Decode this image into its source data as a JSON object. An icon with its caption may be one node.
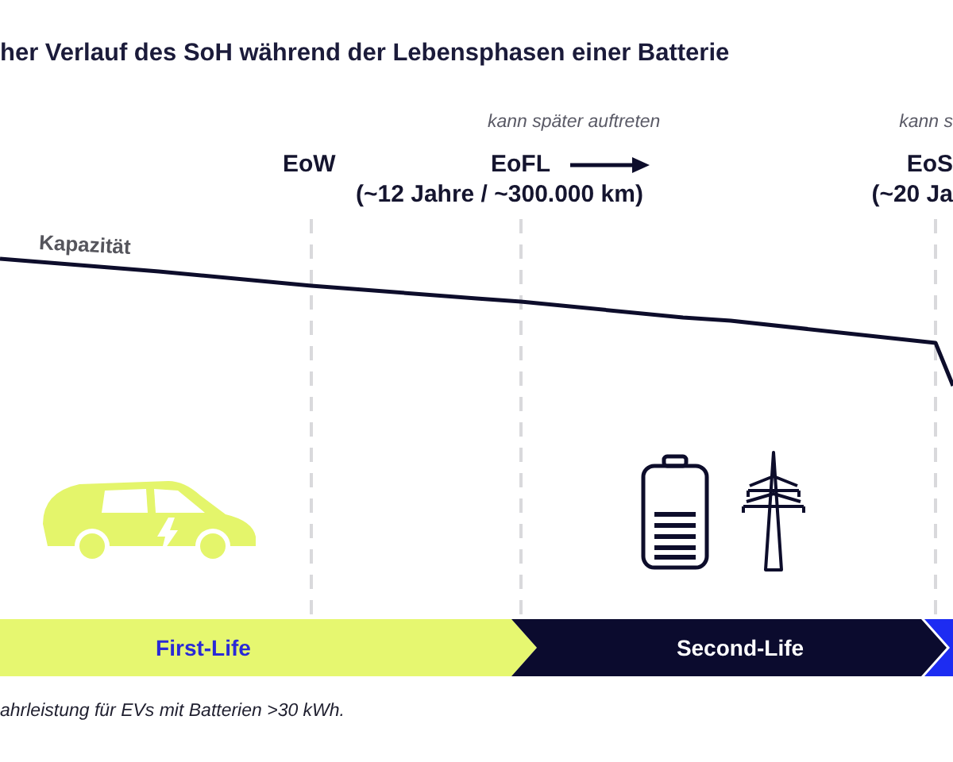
{
  "diagram": {
    "title": "her Verlauf des SoH während der Lebensphasen einer Batterie",
    "caption": "ahrleistung für EVs mit Batterien >30 kWh.",
    "nodes": [
      {
        "text": [
          "First-Life"
        ]
      },
      {
        "text": [
          "Second-Life"
        ]
      },
      {
        "text": [],
        "shape": "bar"
      }
    ],
    "labels": [
      "kann später auftreten",
      "kann s",
      "EoW",
      "EoFL",
      "EoS",
      "(~12 Jahre / ~300.000 km)",
      "(~20 Ja",
      "Kapazität"
    ]
  }
}
